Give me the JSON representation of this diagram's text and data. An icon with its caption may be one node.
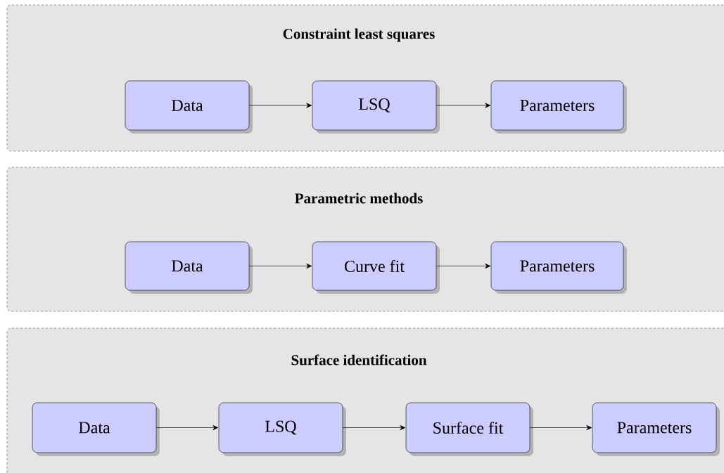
{
  "diagram": {
    "nodes": [
      {
        "text": [
          "Constraint least squares"
        ]
      },
      {
        "text": [
          "Data"
        ],
        "in": 0
      },
      {
        "text": [
          "LSQ"
        ],
        "in": 0
      },
      {
        "text": [
          "Parameters"
        ],
        "in": 0
      },
      {
        "text": [
          "Parametric methods"
        ]
      },
      {
        "text": [
          "Data"
        ],
        "in": 4
      },
      {
        "text": [
          "Curve fit"
        ],
        "in": 4
      },
      {
        "text": [
          "Parameters"
        ],
        "in": 4
      },
      {
        "text": [
          "Surface identification"
        ]
      },
      {
        "text": [
          "Data"
        ],
        "in": 8
      },
      {
        "text": [
          "LSQ"
        ],
        "in": 8
      },
      {
        "text": [
          "Surface fit"
        ],
        "in": 8
      },
      {
        "text": [
          "Parameters"
        ],
        "in": 8
      }
    ],
    "edges": [
      {
        "from": 1,
        "to": 2,
        "arrow": "to"
      },
      {
        "from": 2,
        "to": 3,
        "arrow": "to"
      },
      {
        "from": 5,
        "to": 6,
        "arrow": "to"
      },
      {
        "from": 6,
        "to": 7,
        "arrow": "to"
      },
      {
        "from": 9,
        "to": 10,
        "arrow": "to"
      },
      {
        "from": 10,
        "to": 11,
        "arrow": "to"
      },
      {
        "from": 11,
        "to": 12,
        "arrow": "to"
      }
    ]
  }
}
